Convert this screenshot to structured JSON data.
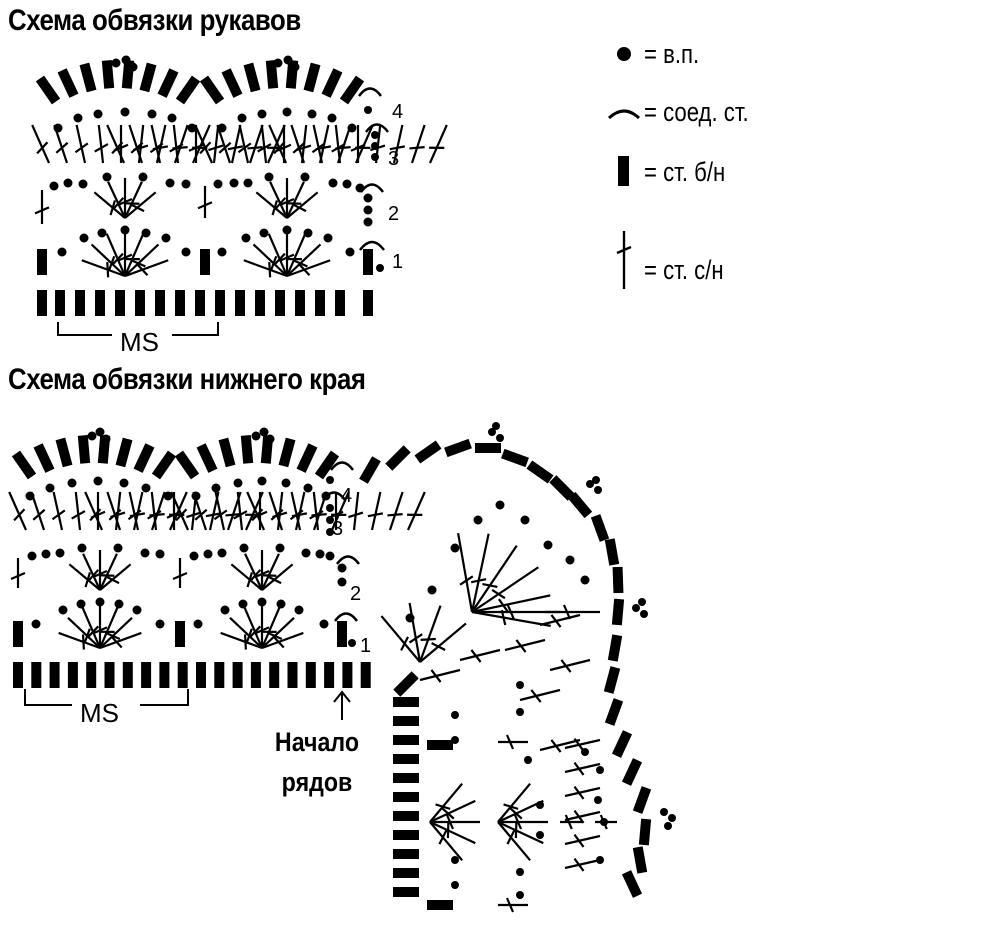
{
  "titles": {
    "sleeves": "Схема обвязки рукавов",
    "bottom_edge": "Схема обвязки нижнего края"
  },
  "legend": [
    {
      "symbol": "chain-stitch",
      "text": "= в.п."
    },
    {
      "symbol": "slip-stitch",
      "text": "= соед. ст."
    },
    {
      "symbol": "single-crochet",
      "text": "= ст. б/н"
    },
    {
      "symbol": "double-crochet",
      "text": "= ст. с/н"
    }
  ],
  "repeat_label": "MS",
  "row_numbers": [
    "1",
    "2",
    "3",
    "4"
  ],
  "start_label": {
    "line1": "Начало",
    "line2": "рядов"
  },
  "colors": {
    "ink": "#000000",
    "background": "#ffffff"
  }
}
